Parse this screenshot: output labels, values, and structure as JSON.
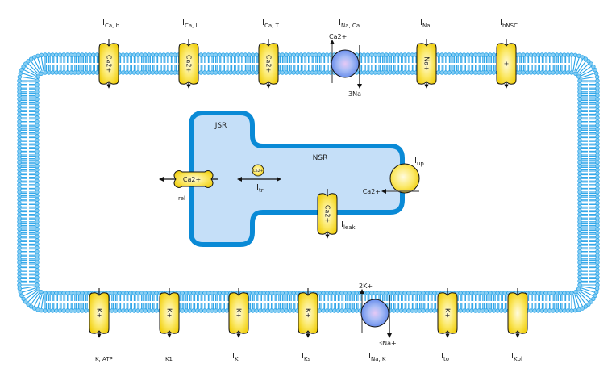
{
  "diagram": {
    "title": "Cardiac myocyte ionic currents (Luo-Rudy model)",
    "colors": {
      "membrane": "#29a3e8",
      "membrane_head": "#86cdf2",
      "sr_fill": "#c5dff8",
      "sr_stroke": "#0a8ad6",
      "channel_fill": "#f5d81c",
      "channel_highlight": "#fffbe0",
      "exchanger_fill": "#6f95ee",
      "exchanger_highlight": "#e6c8f5"
    },
    "top_currents": [
      {
        "id": "ICa_b",
        "main": "I",
        "sub": "Ca, b",
        "type": "channel",
        "ion": "Ca2+"
      },
      {
        "id": "ICa_L",
        "main": "I",
        "sub": "Ca, L",
        "type": "channel",
        "ion": "Ca2+"
      },
      {
        "id": "ICa_T",
        "main": "I",
        "sub": "Ca, T",
        "type": "channel",
        "ion": "Ca2+"
      },
      {
        "id": "INaCa",
        "main": "I",
        "sub": "Na, Ca",
        "type": "exchanger",
        "out_ion": "Ca2+",
        "in_ion": "3Na+"
      },
      {
        "id": "INa",
        "main": "I",
        "sub": "Na",
        "type": "channel",
        "ion": "Na+"
      },
      {
        "id": "IbNSC",
        "main": "I",
        "sub": "bNSC",
        "type": "channel",
        "ion": "+"
      }
    ],
    "bottom_currents": [
      {
        "id": "IK_ATP",
        "main": "I",
        "sub": "K, ATP",
        "type": "channel",
        "ion": "K+"
      },
      {
        "id": "IK1",
        "main": "I",
        "sub": "K1",
        "type": "channel",
        "ion": "K+"
      },
      {
        "id": "IKr",
        "main": "I",
        "sub": "Kr",
        "type": "channel",
        "ion": "K+"
      },
      {
        "id": "IKs",
        "main": "I",
        "sub": "Ks",
        "type": "channel",
        "ion": "K+"
      },
      {
        "id": "INaK",
        "main": "I",
        "sub": "Na, K",
        "type": "exchanger",
        "out_ion": "2K+",
        "in_ion": "3Na+"
      },
      {
        "id": "Ito",
        "main": "I",
        "sub": "to",
        "type": "channel",
        "ion": "K+"
      },
      {
        "id": "IKpl",
        "main": "I",
        "sub": "Kpl",
        "type": "channel",
        "ion": ""
      }
    ],
    "sr": {
      "jsr_label": "JSR",
      "nsr_label": "NSR",
      "rel": {
        "main": "I",
        "sub": "rel",
        "ion": "Ca2+"
      },
      "tr": {
        "main": "I",
        "sub": "tr",
        "ion": "Ca2+"
      },
      "up": {
        "main": "I",
        "sub": "up",
        "ion": "Ca2+"
      },
      "leak": {
        "main": "I",
        "sub": "leak",
        "ion": "Ca2+"
      }
    }
  }
}
